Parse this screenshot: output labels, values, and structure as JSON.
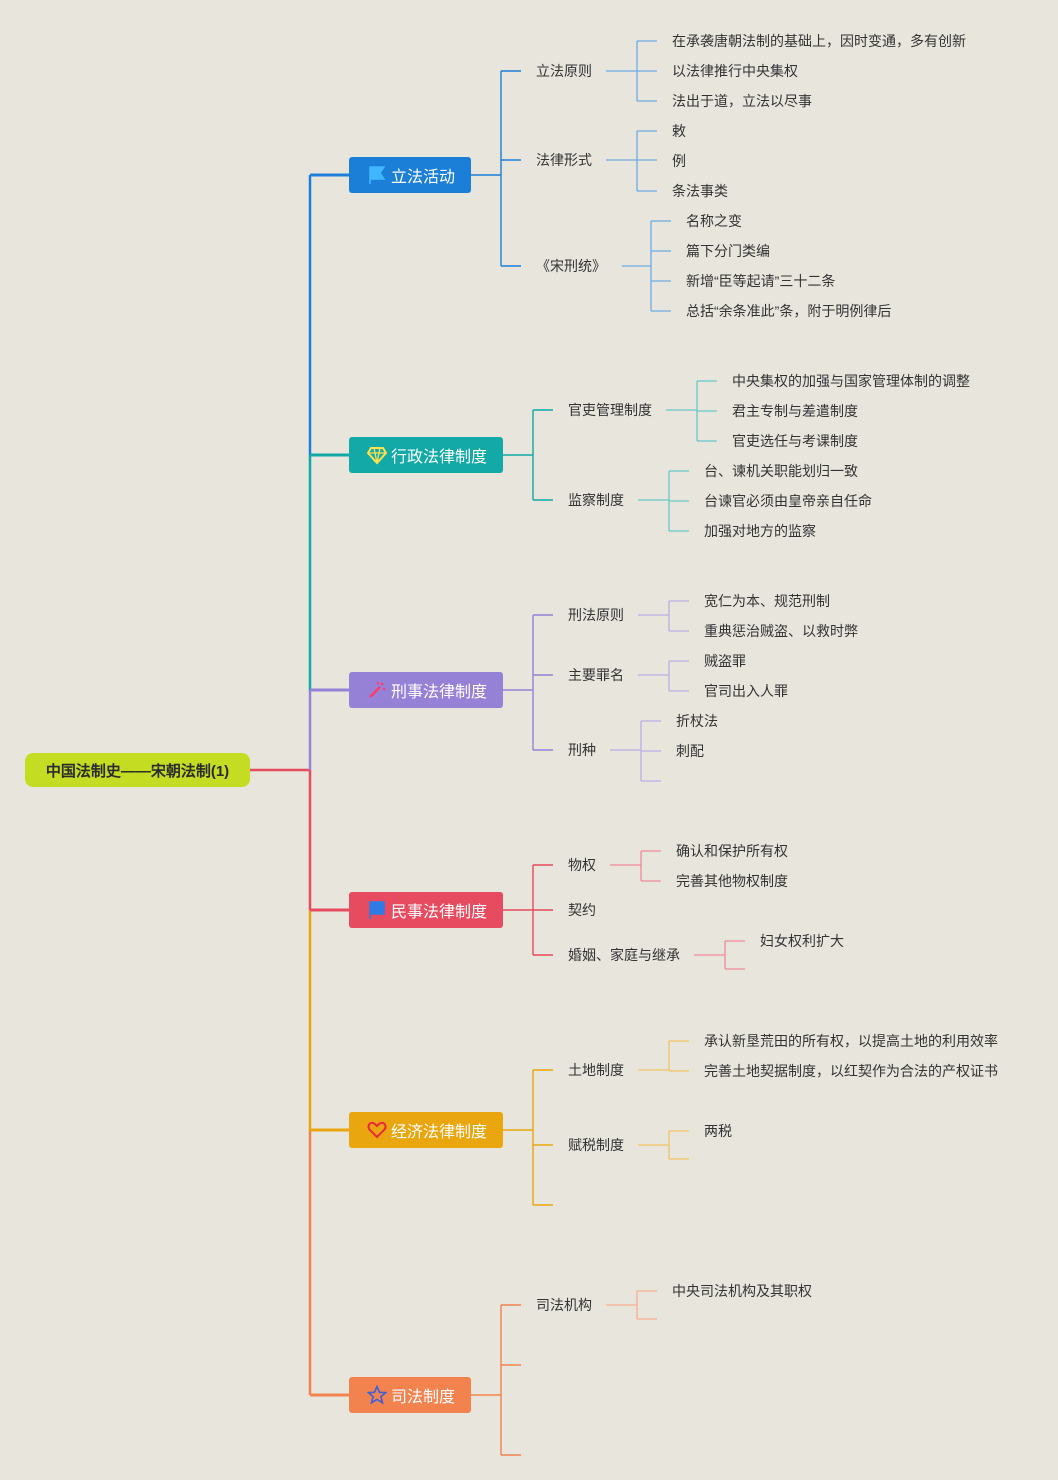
{
  "root": {
    "label": "中国法制史——宋朝法制(1)"
  },
  "colors": {
    "root": "#c4dd22",
    "legislation": "#1b7fd8",
    "administrative": "#13a9a6",
    "criminal": "#9581d6",
    "civil": "#e64b5f",
    "economic": "#e9a60f",
    "judicial": "#f2834f"
  },
  "branches": {
    "legislation": {
      "label": "立法活动",
      "icon": "flag-icon",
      "children": {
        "principles": {
          "label": "立法原则",
          "items": [
            "在承袭唐朝法制的基础上，因时变通，多有创新",
            "以法律推行中央集权",
            "法出于道，立法以尽事"
          ]
        },
        "forms": {
          "label": "法律形式",
          "items": [
            "敕",
            "例",
            "条法事类"
          ]
        },
        "code": {
          "label": "《宋刑统》",
          "items": [
            "名称之变",
            "篇下分门类编",
            "新增“臣等起请”三十二条",
            "总括“余条准此”条，附于明例律后"
          ]
        }
      }
    },
    "administrative": {
      "label": "行政法律制度",
      "icon": "diamond-icon",
      "children": {
        "officials": {
          "label": "官吏管理制度",
          "items": [
            "中央集权的加强与国家管理体制的调整",
            "君主专制与差遣制度",
            "官吏选任与考课制度"
          ]
        },
        "supervision": {
          "label": "监察制度",
          "items": [
            "台、谏机关职能划归一致",
            "台谏官必须由皇帝亲自任命",
            "加强对地方的监察"
          ]
        }
      }
    },
    "criminal": {
      "label": "刑事法律制度",
      "icon": "magic-wand-icon",
      "children": {
        "principles": {
          "label": "刑法原则",
          "items": [
            "宽仁为本、规范刑制",
            "重典惩治贼盗、以救时弊"
          ]
        },
        "crimes": {
          "label": "主要罪名",
          "items": [
            "贼盗罪",
            "官司出入人罪"
          ]
        },
        "punishments": {
          "label": "刑种",
          "items": [
            "折杖法",
            "刺配"
          ]
        }
      }
    },
    "civil": {
      "label": "民事法律制度",
      "icon": "flag-square-icon",
      "children": {
        "property": {
          "label": "物权",
          "items": [
            "确认和保护所有权",
            "完善其他物权制度"
          ]
        },
        "contract": {
          "label": "契约"
        },
        "marriage": {
          "label": "婚姻、家庭与继承",
          "items": [
            "妇女权利扩大"
          ]
        }
      }
    },
    "economic": {
      "label": "经济法律制度",
      "icon": "heart-icon",
      "children": {
        "land": {
          "label": "土地制度",
          "items": [
            "承认新垦荒田的所有权，以提高土地的利用效率",
            "完善土地契据制度，以红契作为合法的产权证书"
          ]
        },
        "tax": {
          "label": "赋税制度",
          "items": [
            "两税"
          ]
        }
      }
    },
    "judicial": {
      "label": "司法制度",
      "icon": "star-icon",
      "children": {
        "institutions": {
          "label": "司法机构",
          "items": [
            "中央司法机构及其职权"
          ]
        }
      }
    }
  }
}
